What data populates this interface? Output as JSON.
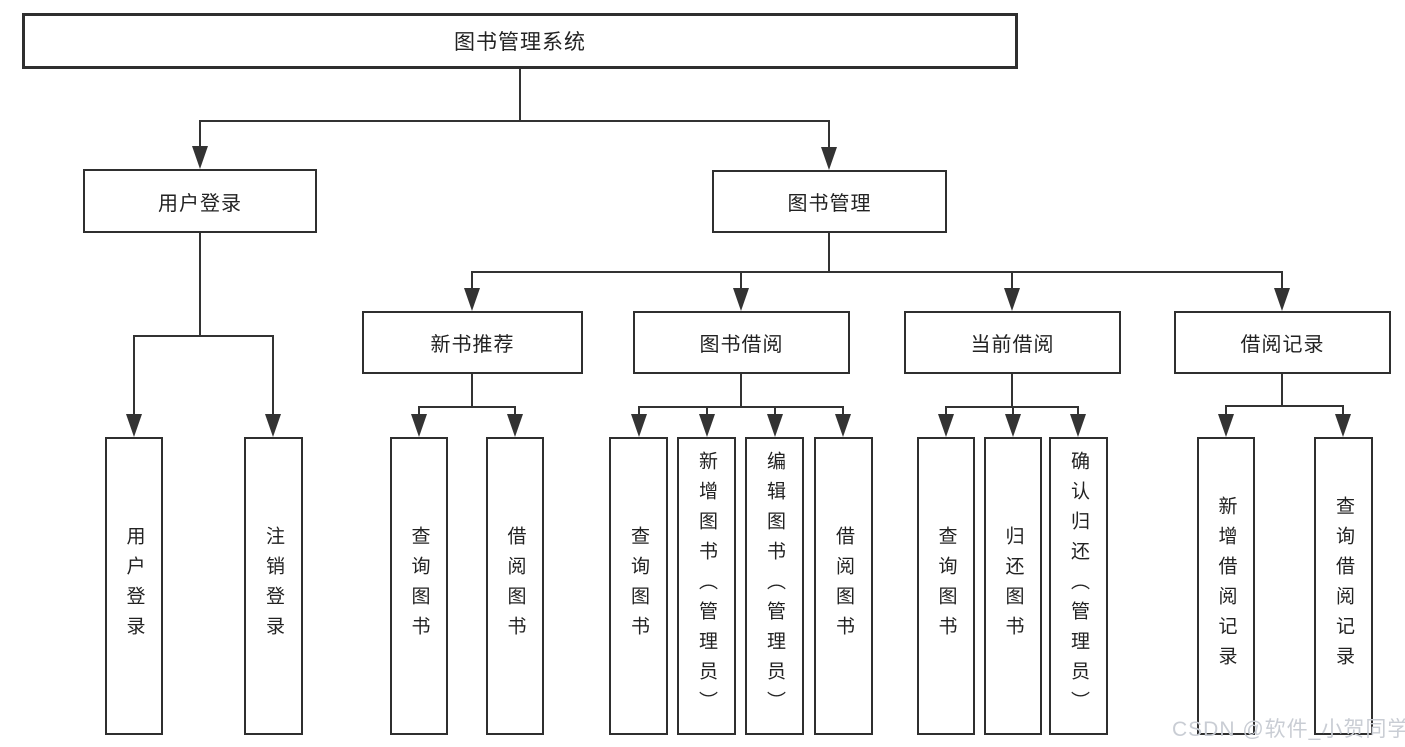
{
  "nodes": {
    "root": "图书管理系统",
    "user_login": "用户登录",
    "book_mgmt": "图书管理",
    "new_book": "新书推荐",
    "book_borrow": "图书借阅",
    "current_borrow": "当前借阅",
    "borrow_record": "借阅记录"
  },
  "leaves": [
    "用户登录",
    "注销登录",
    "查询图书",
    "借阅图书",
    "查询图书",
    "新增图书（管理员）",
    "编辑图书（管理员）",
    "借阅图书",
    "查询图书",
    "归还图书",
    "确认归还（管理员）",
    "新增借阅记录",
    "查询借阅记录"
  ],
  "watermark": "CSDN @软件_小贺同学",
  "colors": {
    "line": "#333333",
    "box_border": "#2f2f2f",
    "text": "#222222",
    "watermark": "#c9cdd4"
  }
}
